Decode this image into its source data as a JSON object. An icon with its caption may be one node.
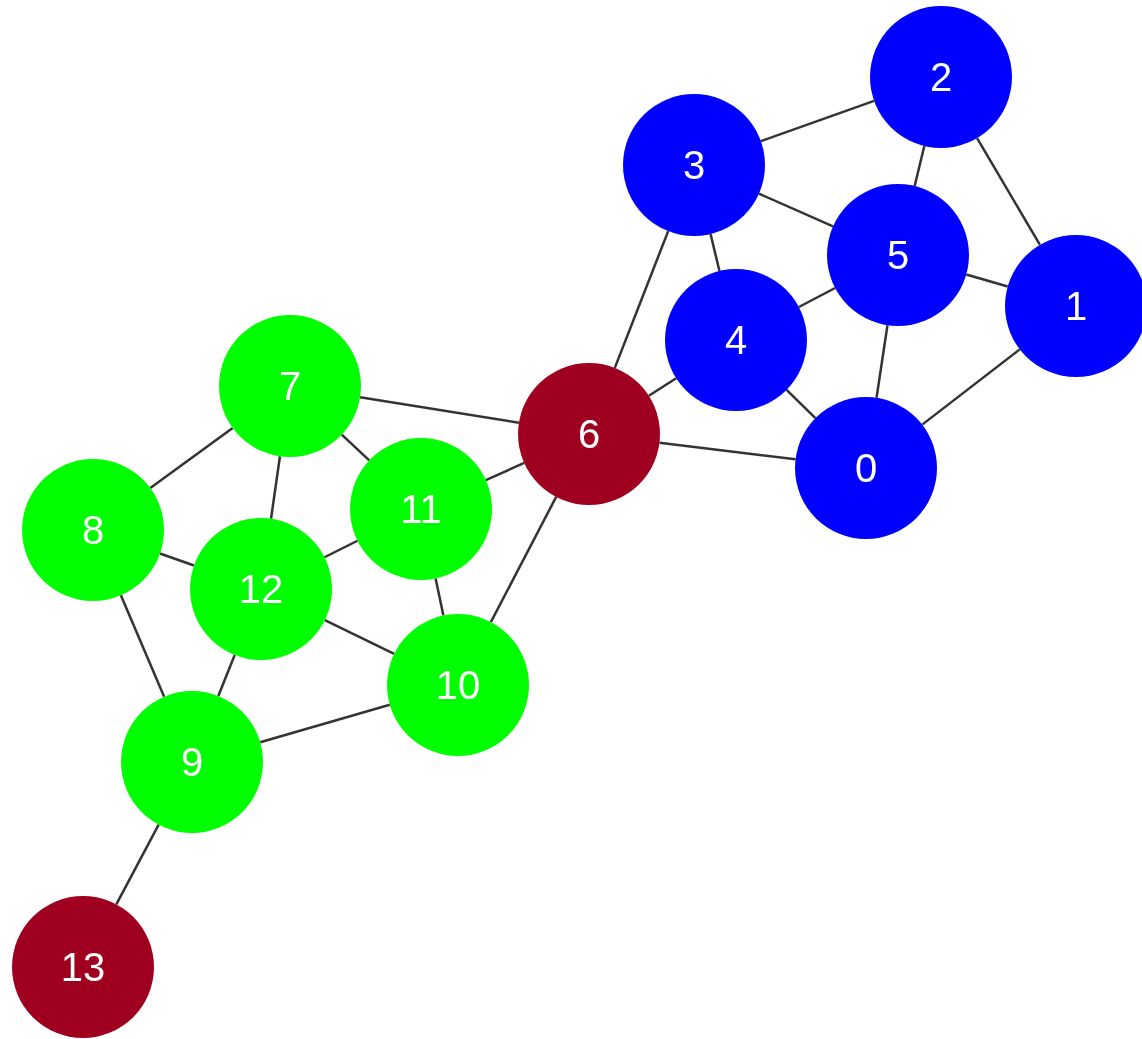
{
  "diagram": {
    "nodes": [
      {
        "text": [
          "0"
        ]
      },
      {
        "text": [
          "1"
        ]
      },
      {
        "text": [
          "2"
        ]
      },
      {
        "text": [
          "3"
        ]
      },
      {
        "text": [
          "4"
        ]
      },
      {
        "text": [
          "5"
        ]
      },
      {
        "text": [
          "6"
        ]
      },
      {
        "text": [
          "7"
        ]
      },
      {
        "text": [
          "8"
        ]
      },
      {
        "text": [
          "9"
        ]
      },
      {
        "text": [
          "10"
        ]
      },
      {
        "text": [
          "11"
        ]
      },
      {
        "text": [
          "12"
        ]
      },
      {
        "text": [
          "13"
        ]
      }
    ],
    "edges": [
      {
        "from": 3,
        "to": 2,
        "arrow": "none"
      },
      {
        "from": 2,
        "to": 5,
        "arrow": "none"
      },
      {
        "from": 2,
        "to": 1,
        "arrow": "none"
      },
      {
        "from": 3,
        "to": 5,
        "arrow": "none"
      },
      {
        "from": 3,
        "to": 4,
        "arrow": "none"
      },
      {
        "from": 3,
        "to": 6,
        "arrow": "none"
      },
      {
        "from": 5,
        "to": 1,
        "arrow": "none"
      },
      {
        "from": 5,
        "to": 4,
        "arrow": "none"
      },
      {
        "from": 5,
        "to": 0,
        "arrow": "none"
      },
      {
        "from": 1,
        "to": 0,
        "arrow": "none"
      },
      {
        "from": 4,
        "to": 6,
        "arrow": "none"
      },
      {
        "from": 4,
        "to": 0,
        "arrow": "none"
      },
      {
        "from": 6,
        "to": 0,
        "arrow": "none"
      },
      {
        "from": 7,
        "to": 6,
        "arrow": "none"
      },
      {
        "from": 11,
        "to": 6,
        "arrow": "none"
      },
      {
        "from": 6,
        "to": 10,
        "arrow": "none"
      },
      {
        "from": 7,
        "to": 8,
        "arrow": "none"
      },
      {
        "from": 7,
        "to": 12,
        "arrow": "none"
      },
      {
        "from": 7,
        "to": 11,
        "arrow": "none"
      },
      {
        "from": 8,
        "to": 12,
        "arrow": "none"
      },
      {
        "from": 8,
        "to": 9,
        "arrow": "none"
      },
      {
        "from": 12,
        "to": 11,
        "arrow": "none"
      },
      {
        "from": 12,
        "to": 10,
        "arrow": "none"
      },
      {
        "from": 12,
        "to": 9,
        "arrow": "none"
      },
      {
        "from": 11,
        "to": 10,
        "arrow": "none"
      },
      {
        "from": 9,
        "to": 10,
        "arrow": "none"
      },
      {
        "from": 9,
        "to": 13,
        "arrow": "none"
      }
    ]
  }
}
